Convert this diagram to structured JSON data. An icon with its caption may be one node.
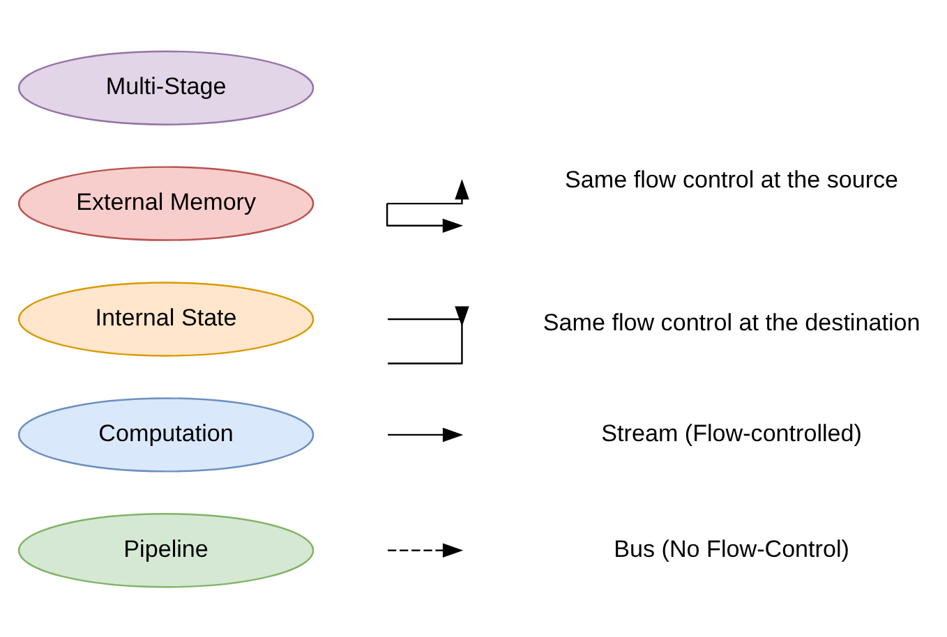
{
  "diagram": {
    "nodes": [
      {
        "text": [
          "Multi-Stage"
        ]
      },
      {
        "text": [
          "External Memory"
        ]
      },
      {
        "text": [
          "Internal State"
        ]
      },
      {
        "text": [
          "Computation"
        ]
      },
      {
        "text": [
          "Pipeline"
        ]
      }
    ],
    "legend": [
      {
        "text": "Same flow control at the source"
      },
      {
        "text": "Same flow control at the destination"
      },
      {
        "text": "Stream (Flow-controlled)"
      },
      {
        "text": "Bus (No Flow-Control)"
      }
    ]
  }
}
